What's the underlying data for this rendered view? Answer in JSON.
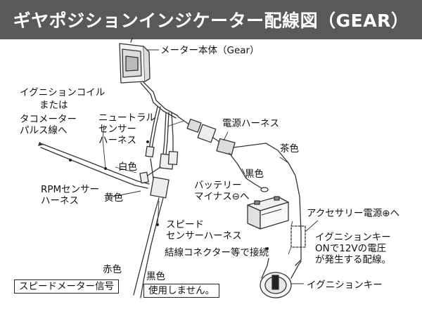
{
  "title": "ギヤポジションインジケーター配線図（GEAR）",
  "labels": {
    "meter_body": "メーター本体（Gear）",
    "ignition_coil_1": "イグニションコイル",
    "ignition_coil_2": "または",
    "tacho_1": "タコメーター",
    "tacho_2": "パルス線へ",
    "neutral_1": "ニュートラル",
    "neutral_2": "センサー",
    "neutral_3": "ハーネス",
    "power_harness": "電源ハーネス",
    "brown": "茶色",
    "white": "白色",
    "black_power": "黒色",
    "battery_1": "バッテリー",
    "battery_2": "マイナス⊖へ",
    "rpm_1": "RPMセンサー",
    "rpm_2": "ハーネス",
    "yellow": "黄色",
    "accessory": "アクセサリー電源⊕へ",
    "speed_1": "スピード",
    "speed_2": "センサーハーネス",
    "ign_key_1": "イグニションキー",
    "ign_key_2": "ONで12Vの電圧",
    "ign_key_3": "が発生する配線。",
    "splice": "結線コネクター等で接続",
    "red": "赤色",
    "black_speed": "黒色",
    "speed_signal": "スピードメーター信号",
    "not_used": "使用しません。",
    "ignition_key": "イグニションキー"
  },
  "colors": {
    "title_bg": "#595959",
    "line": "#333333"
  }
}
